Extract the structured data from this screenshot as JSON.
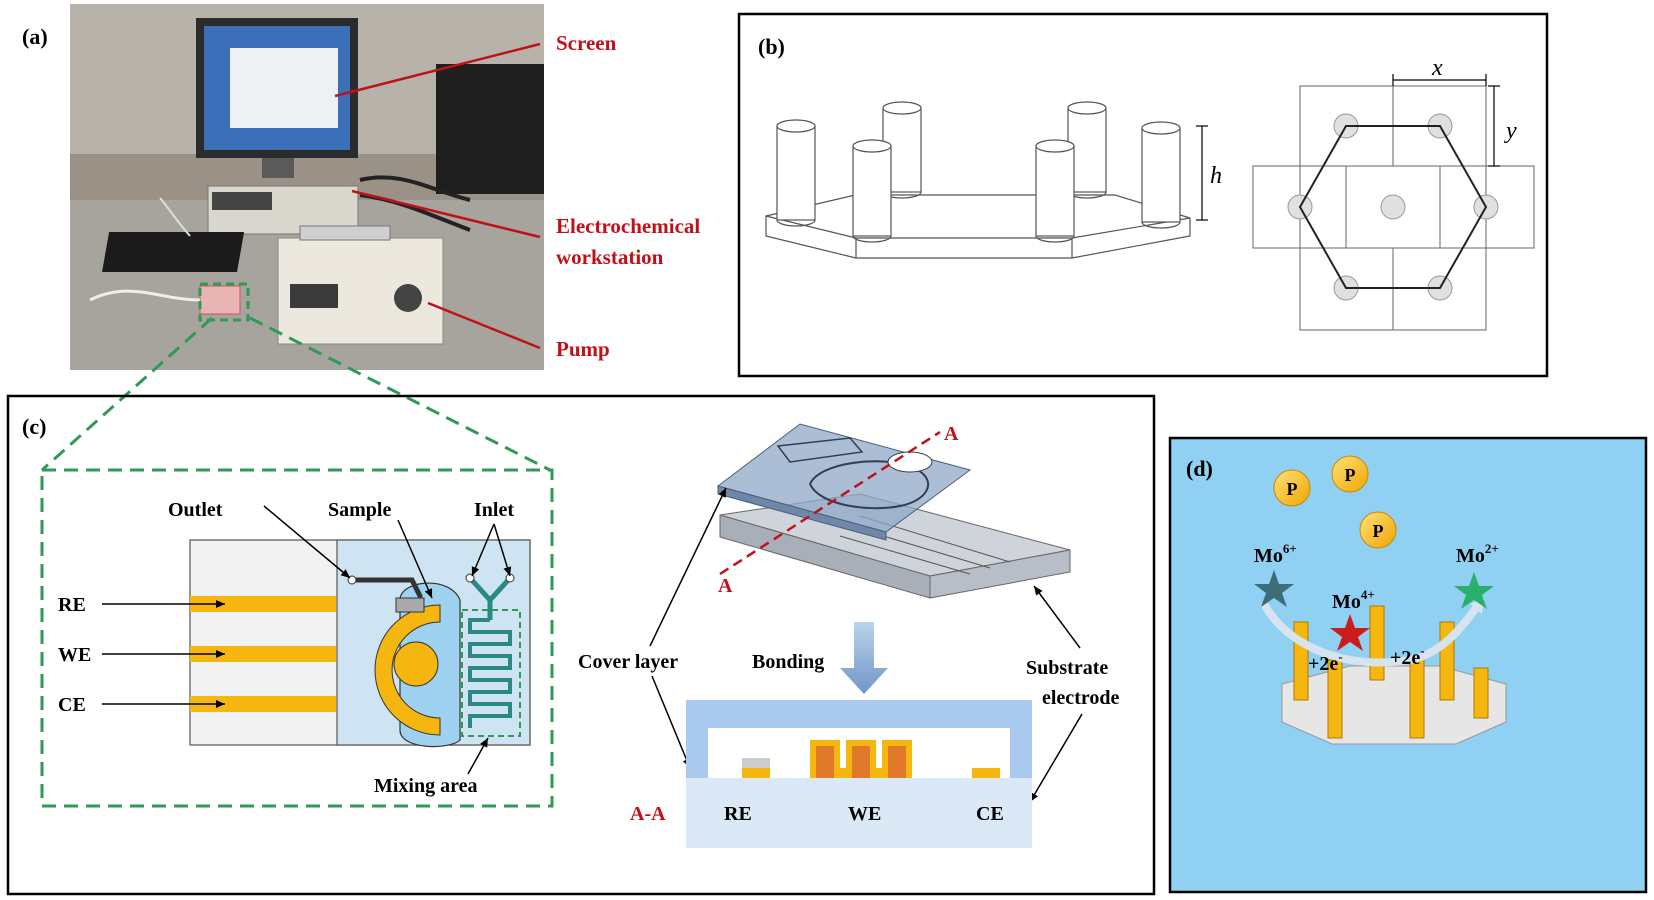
{
  "panels": {
    "a": {
      "tag": "(a)",
      "labels": {
        "screen": "Screen",
        "workstation_line1": "Electrochemical",
        "workstation_line2": "workstation",
        "pump": "Pump"
      }
    },
    "b": {
      "tag": "(b)",
      "dims": {
        "x": "x",
        "y": "y",
        "h": "h"
      }
    },
    "c": {
      "tag": "(c)",
      "chip": {
        "outlet": "Outlet",
        "sample": "Sample",
        "inlet": "Inlet",
        "re": "RE",
        "we": "WE",
        "ce": "CE",
        "mixing_area": "Mixing area"
      },
      "assembly": {
        "section_top": "A",
        "section_bottom": "A",
        "cover_layer": "Cover layer",
        "bonding": "Bonding",
        "substrate_line1": "Substrate",
        "substrate_line2": "electrode"
      },
      "section": {
        "label": "A-A",
        "re": "RE",
        "we": "WE",
        "ce": "CE"
      }
    },
    "d": {
      "tag": "(d)",
      "phosphate": "P",
      "mo6": {
        "base": "Mo",
        "sup": "6+"
      },
      "mo4": {
        "base": "Mo",
        "sup": "4+"
      },
      "mo2": {
        "base": "Mo",
        "sup": "2+"
      },
      "electron_left": {
        "base": "+2e",
        "sup": "-"
      },
      "electron_right": {
        "base": "+2e",
        "sup": "-"
      }
    }
  },
  "colors": {
    "label_red": "#c0111a",
    "dashed_green": "#2e9a55",
    "electrode_gold": "#f5b70f",
    "panel_d_bg": "#8fd0f3",
    "chip_blue": "#bfe3f5",
    "we_orange": "#e07a2a"
  }
}
